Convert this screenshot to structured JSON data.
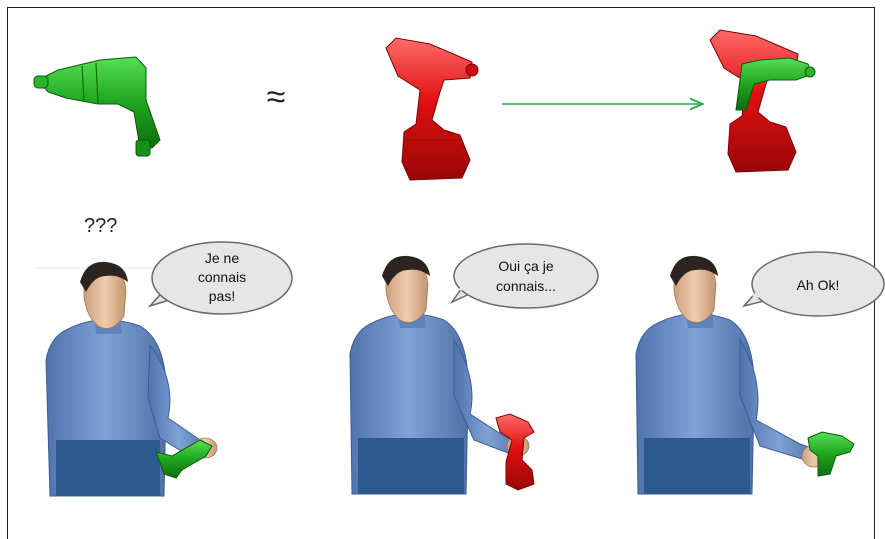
{
  "symbols": {
    "approx": "≈",
    "question": "???"
  },
  "bubbles": [
    {
      "lines": [
        "Je ne",
        "connais",
        "pas!"
      ]
    },
    {
      "lines": [
        "Oui ça je",
        "connais..."
      ]
    },
    {
      "lines": [
        "Ah Ok!"
      ]
    }
  ],
  "colors": {
    "green_drill": "#1fa51f",
    "red_drill": "#e01010",
    "arrow": "#2aa84a",
    "bubble_fill": "#e6e6e6",
    "bubble_stroke": "#6a6a6a",
    "shirt": "#6f93c9",
    "pants": "#2d5a8c",
    "skin": "#e8c2a0",
    "hair": "#2b2420"
  }
}
